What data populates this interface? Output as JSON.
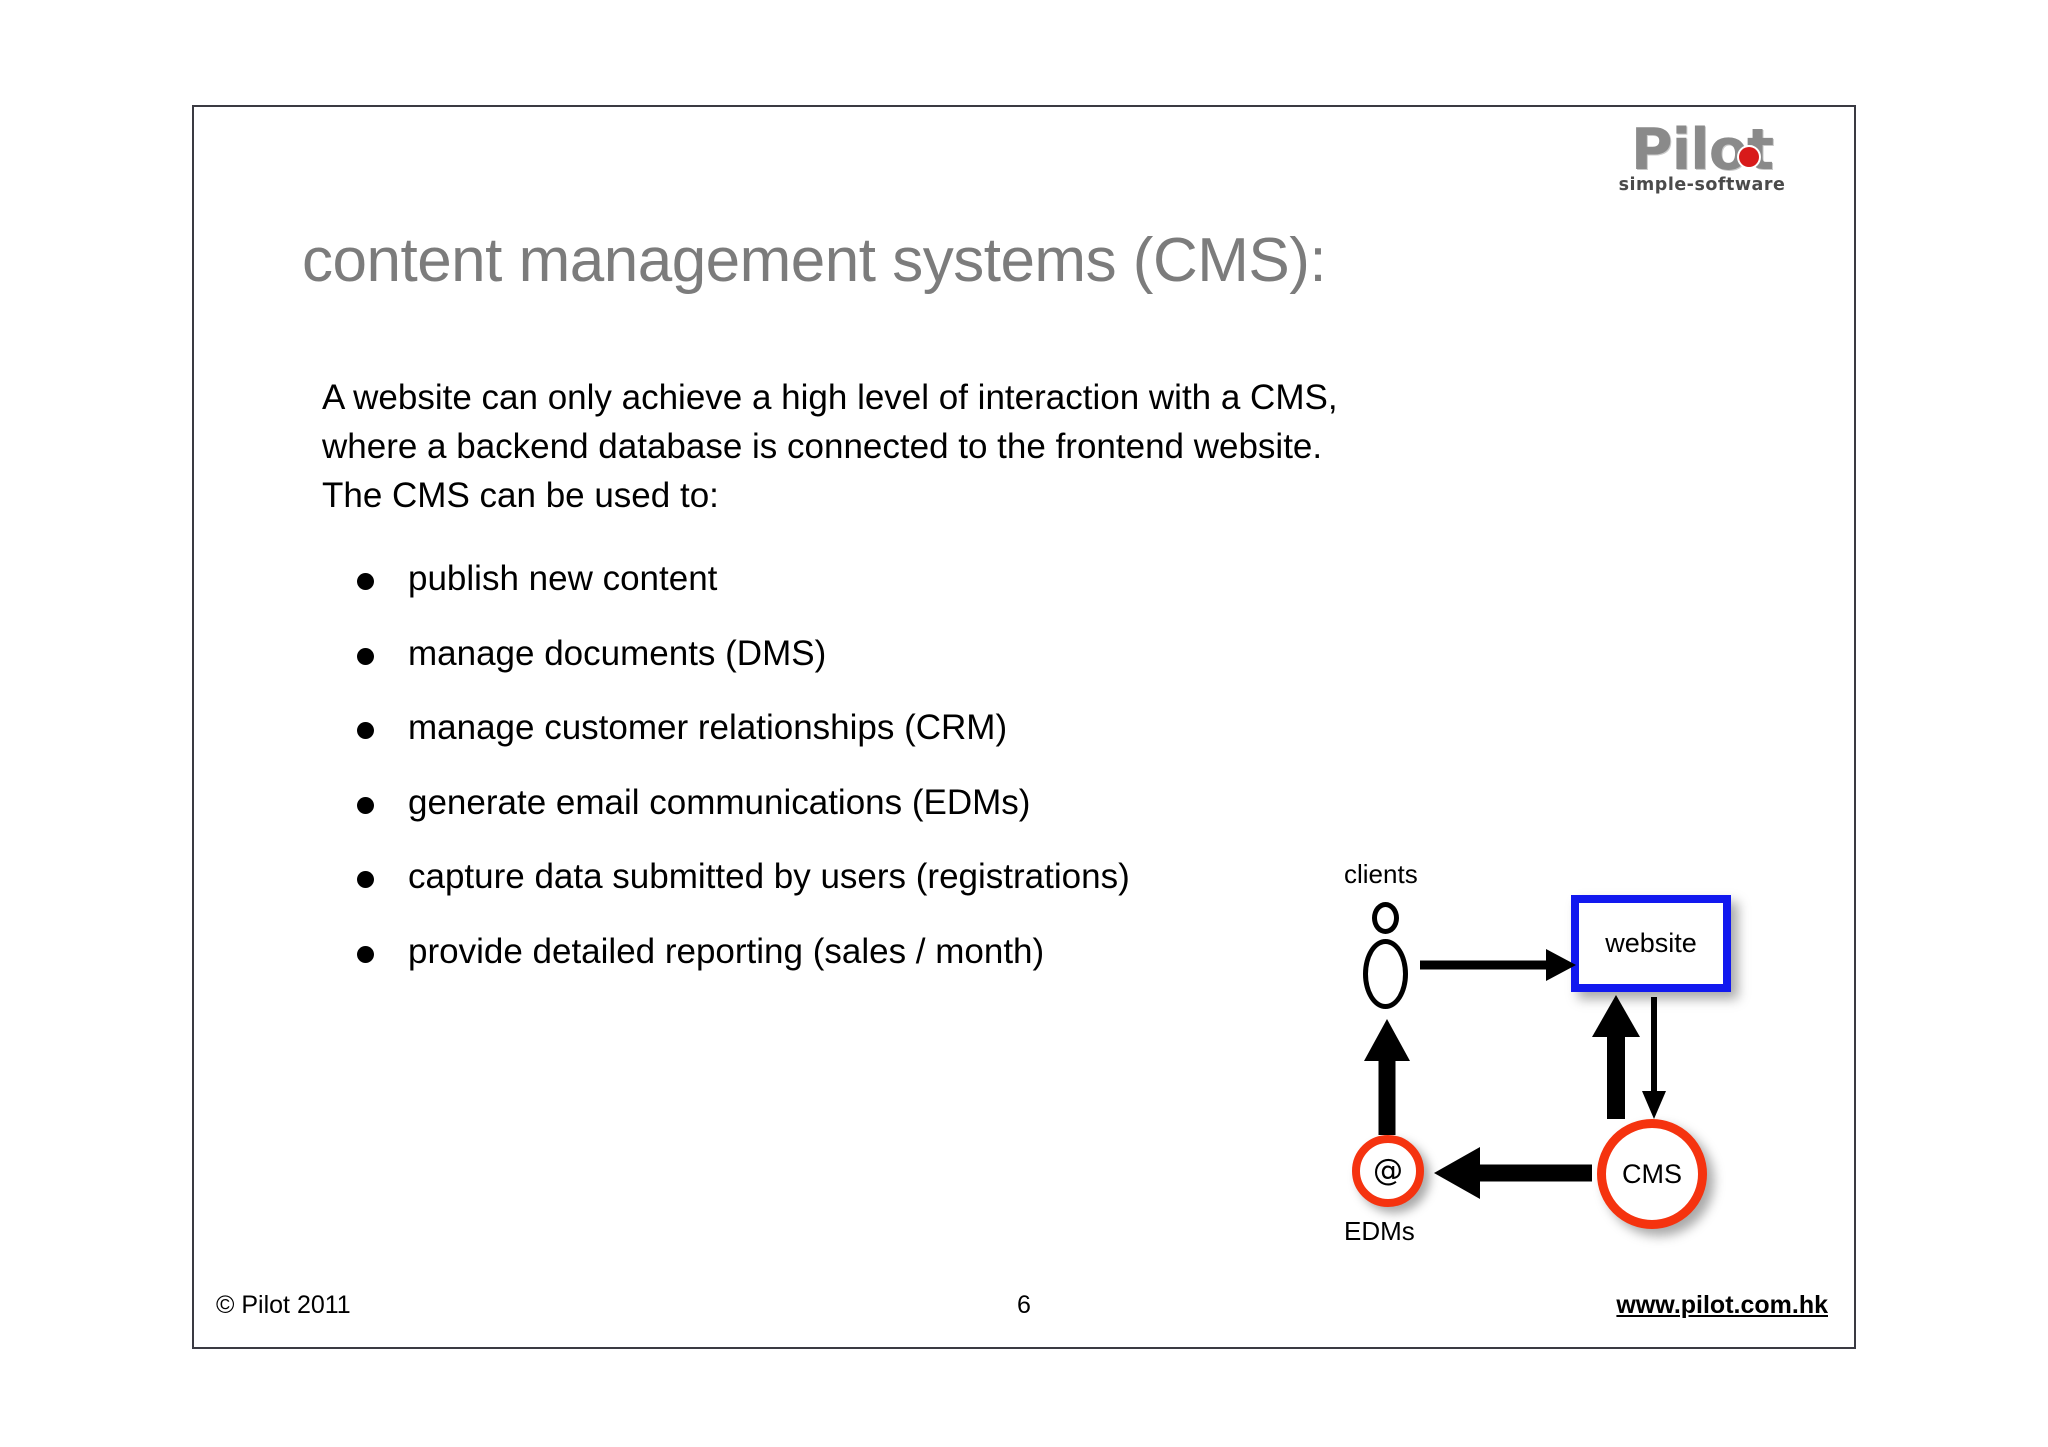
{
  "slide": {
    "title": "content management systems (CMS):",
    "title_color": "#7c7c7c",
    "intro_lines": [
      "A website can only achieve a high level of interaction with a CMS,",
      "where a backend database is connected to the frontend website.",
      "The CMS can be used to:"
    ],
    "bullets": [
      "publish new content",
      "manage documents (DMS)",
      "manage customer relationships (CRM)",
      "generate email communications (EDMs)",
      "capture data submitted by users (registrations)",
      "provide detailed reporting (sales / month)"
    ]
  },
  "logo": {
    "word": "Pilot",
    "tagline": "simple-software",
    "word_color": "#8a8a8a",
    "dot_color": "#d81a1a"
  },
  "diagram": {
    "clients_label": "clients",
    "edms_label": "EDMs",
    "website_label": "website",
    "cms_label": "CMS",
    "email_symbol": "@",
    "website_border_color": "#1118ef",
    "circle_border_color": "#f5330f",
    "flows": [
      {
        "from": "clients",
        "to": "website",
        "style": "thin"
      },
      {
        "from": "website",
        "to": "CMS",
        "style": "thin"
      },
      {
        "from": "CMS",
        "to": "website",
        "style": "thick"
      },
      {
        "from": "CMS",
        "to": "EDMs",
        "style": "thick"
      },
      {
        "from": "EDMs",
        "to": "clients",
        "style": "thick"
      }
    ]
  },
  "footer": {
    "copyright": "© Pilot 2011",
    "page_number": "6",
    "url": "www.pilot.com.hk"
  }
}
